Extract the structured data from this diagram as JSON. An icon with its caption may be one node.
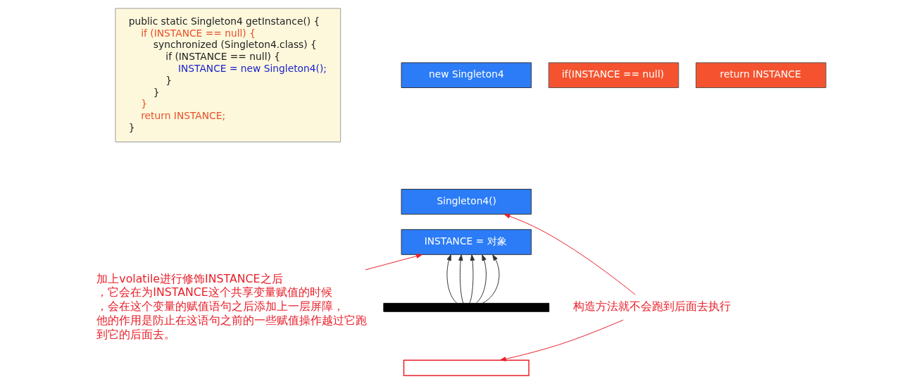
{
  "diagram": {
    "nodes": [
      {
        "text": [
          "public static Singleton4 getInstance() {",
          "if (INSTANCE == null) {",
          "synchronized (Singleton4.class) {",
          "if (INSTANCE == null) {",
          "INSTANCE = new Singleton4();",
          "}",
          "}",
          "}",
          "return INSTANCE;",
          "}"
        ]
      },
      {
        "text": [
          "new Singleton4"
        ]
      },
      {
        "text": [
          "if(INSTANCE == null)"
        ]
      },
      {
        "text": [
          "return INSTANCE"
        ]
      },
      {
        "text": [
          "Singleton4()"
        ]
      },
      {
        "text": [
          "INSTANCE = 对象"
        ]
      },
      {
        "text": [],
        "shape": "bar"
      },
      {
        "text": [],
        "shape": "box"
      },
      {
        "text": [
          "加上volatile进行修饰INSTANCE之后，它会在为INSTANCE这个共享变量赋值的时候，会在这个变量的赋值语句之后添加上一层屏障，",
          "他的作用是防止在这语句之前的一些赋值操作越过它跑到它的后面去。"
        ]
      },
      {
        "text": [
          "构造方法就不会跑到后面去执行"
        ]
      }
    ],
    "edges": [
      {
        "from": 6,
        "to": 5,
        "arrow": "to"
      },
      {
        "from": 6,
        "to": 5,
        "arrow": "to"
      },
      {
        "from": 6,
        "to": 5,
        "arrow": "to"
      },
      {
        "from": 6,
        "to": 5,
        "arrow": "to"
      },
      {
        "from": 6,
        "to": 5,
        "arrow": "to"
      },
      {
        "from": 8,
        "to": 5,
        "arrow": "to",
        "color": "#e8202a"
      },
      {
        "from": 9,
        "to": 4,
        "arrow": "to",
        "color": "#e8202a"
      },
      {
        "from": 9,
        "to": 7,
        "arrow": "to",
        "color": "#e8202a"
      }
    ]
  }
}
